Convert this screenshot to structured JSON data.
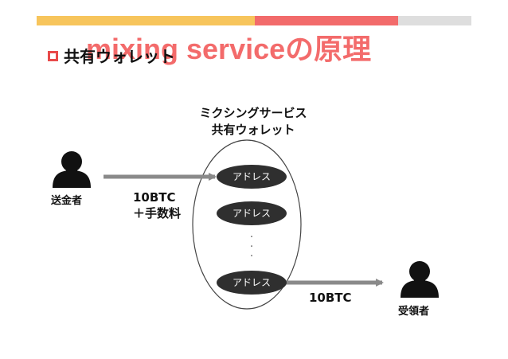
{
  "colors": {
    "bar_yellow": "#f7c55c",
    "bar_red": "#f26b6b",
    "bar_gray": "#dedede",
    "title_red": "#f36b6b",
    "bullet_red": "#e84a4a",
    "arrow_gray": "#8a8a8a",
    "pill_dark": "#2f2f2f"
  },
  "header": {
    "title": "mixing serviceの原理",
    "overlay_title": "共有ウォレット"
  },
  "diagram": {
    "wallet_title_line1": "ミクシングサービス",
    "wallet_title_line2": "共有ウォレット",
    "addresses": [
      "アドレス",
      "アドレス",
      "アドレス"
    ],
    "ellipsis": "・\n・\n・",
    "sender_label": "送金者",
    "receiver_label": "受領者",
    "amount_in_line1": "10BTC",
    "amount_in_line2": "＋手数料",
    "amount_out": "10BTC",
    "person_icon": "person-silhouette-icon"
  }
}
